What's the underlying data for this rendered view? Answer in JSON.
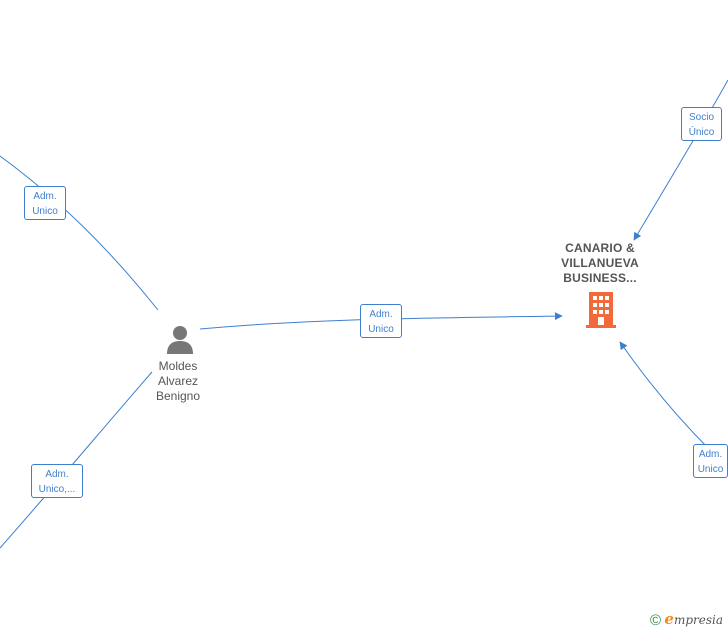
{
  "nodes": {
    "person": {
      "line1": "Moldes",
      "line2": "Alvarez",
      "line3": "Benigno"
    },
    "company": {
      "line1": "CANARIO &",
      "line2": "VILLANUEVA",
      "line3": "BUSINESS..."
    }
  },
  "roles": {
    "top_left": {
      "line1": "Adm.",
      "line2": "Unico"
    },
    "bottom_left": {
      "line1": "Adm.",
      "line2": "Unico,..."
    },
    "center": {
      "line1": "Adm.",
      "line2": "Unico"
    },
    "top_right": {
      "line1": "Socio",
      "line2": "Único"
    },
    "bottom_right": {
      "line1": "Adm.",
      "line2": "Unico"
    }
  },
  "footer": {
    "copyright": "©",
    "brand_initial": "e",
    "brand_rest": "mpresia"
  },
  "colors": {
    "edge": "#3f7fcf",
    "company_icon": "#f26a3a",
    "person_icon": "#777777"
  }
}
